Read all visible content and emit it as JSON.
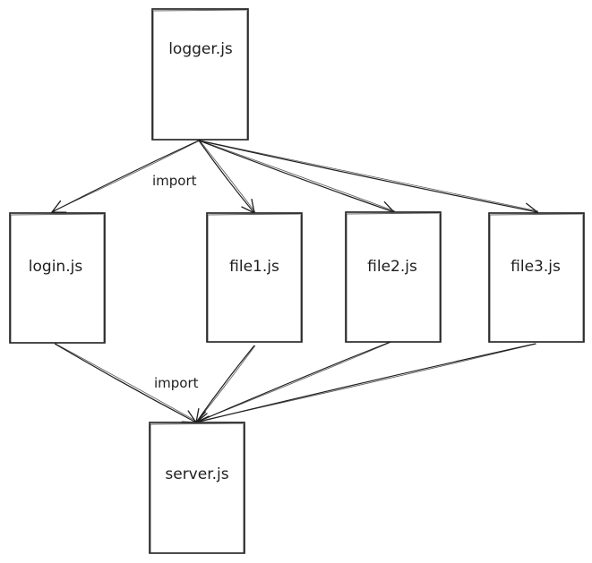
{
  "nodes": {
    "logger": {
      "label": "logger.js"
    },
    "login": {
      "label": "login.js"
    },
    "file1": {
      "label": "file1.js"
    },
    "file2": {
      "label": "file2.js"
    },
    "file3": {
      "label": "file3.js"
    },
    "server": {
      "label": "server.js"
    }
  },
  "edge_labels": {
    "top": "import",
    "bottom": "import"
  },
  "edges": [
    {
      "from": "logger",
      "to": "login"
    },
    {
      "from": "logger",
      "to": "file1"
    },
    {
      "from": "logger",
      "to": "file2"
    },
    {
      "from": "logger",
      "to": "file3"
    },
    {
      "from": "login",
      "to": "server"
    },
    {
      "from": "file1",
      "to": "server"
    },
    {
      "from": "file2",
      "to": "server"
    },
    {
      "from": "file3",
      "to": "server"
    }
  ]
}
